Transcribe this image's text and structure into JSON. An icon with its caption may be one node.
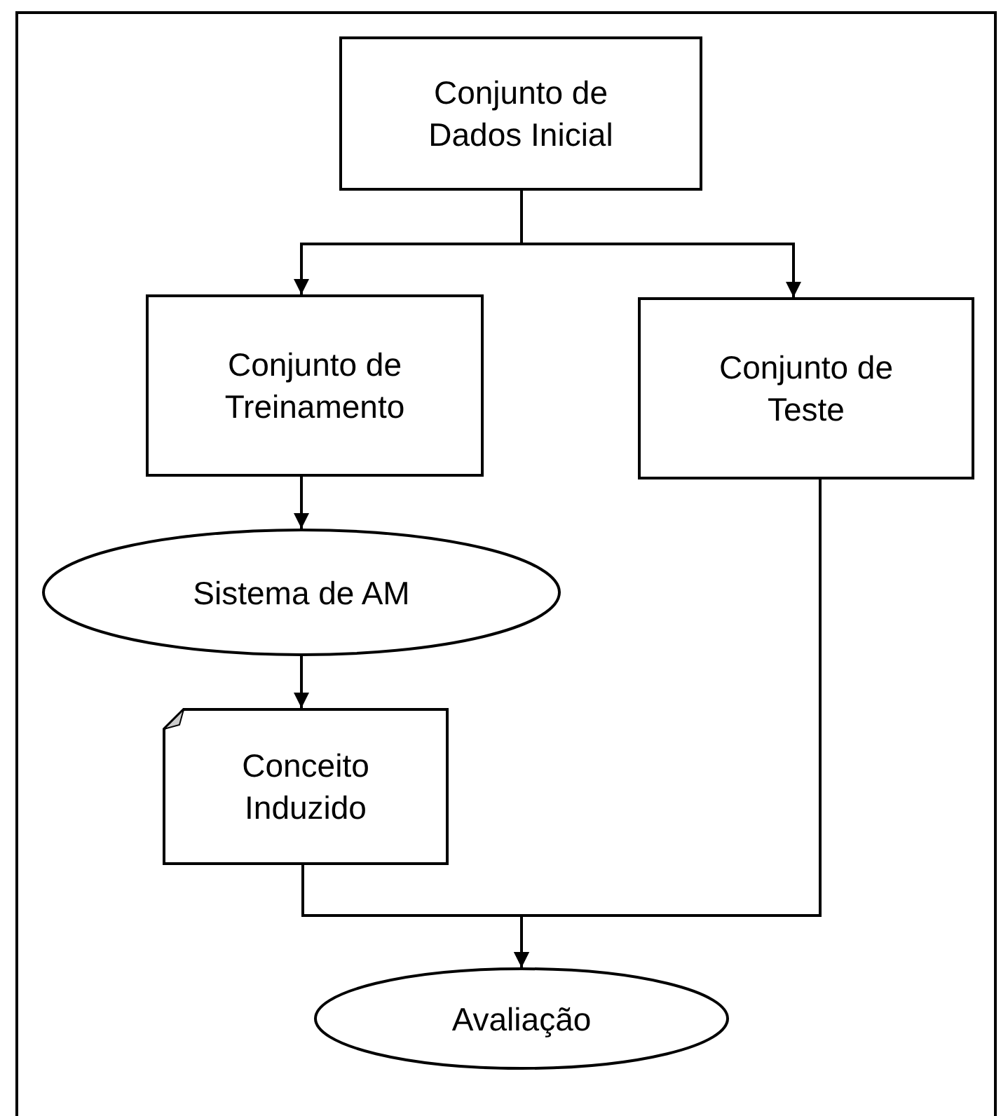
{
  "diagram": {
    "nodes": [
      {
        "text": [
          "Conjunto de Dados Inicial"
        ]
      },
      {
        "text": [
          "Conjunto de Treinamento"
        ]
      },
      {
        "text": [
          "Conjunto de Teste"
        ]
      },
      {
        "text": [
          "Sistema de AM"
        ]
      },
      {
        "text": [
          "Conceito Induzido"
        ]
      },
      {
        "text": [
          "Avaliação"
        ]
      }
    ],
    "edges": [
      {
        "from": 0,
        "to": 1,
        "arrow": "to"
      },
      {
        "from": 0,
        "to": 2,
        "arrow": "to"
      },
      {
        "from": 1,
        "to": 3,
        "arrow": "to"
      },
      {
        "from": 3,
        "to": 4,
        "arrow": "to"
      },
      {
        "from": 4,
        "to": 5,
        "arrow": "to"
      },
      {
        "from": 2,
        "to": 5,
        "arrow": "to"
      }
    ]
  }
}
